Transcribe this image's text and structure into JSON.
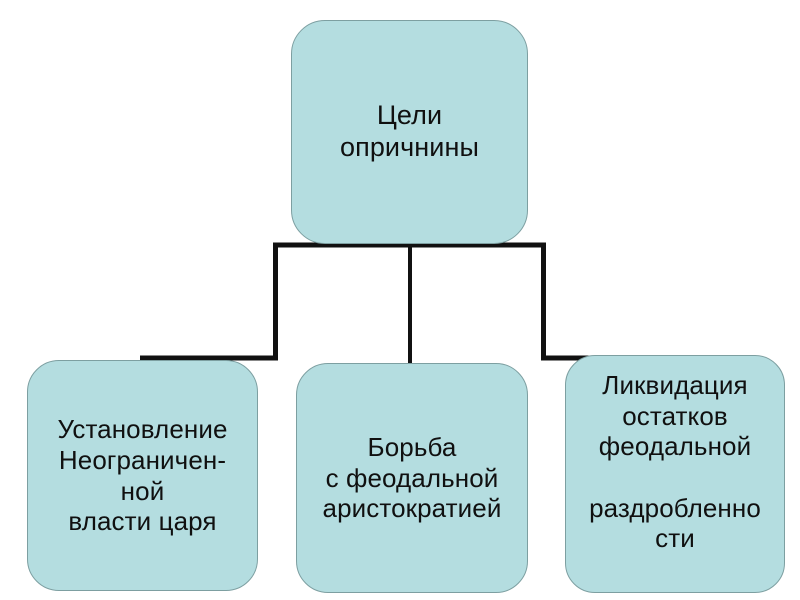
{
  "diagram": {
    "title": "Цели опричнины",
    "type": "org-tree",
    "background_color": "#ffffff",
    "node_fill_color": "#b4dde0",
    "node_border_color": "#7d9fa1",
    "connector_color": "#111111",
    "root": {
      "id": "root",
      "label": "Цели\nопричнины"
    },
    "children": [
      {
        "id": "child-1",
        "label": "Установление\nНеограничен-\nной\nвласти царя"
      },
      {
        "id": "child-2",
        "label": "Борьба\nс феодальной\nаристократией"
      },
      {
        "id": "child-3",
        "label": "Ликвидация\nостатков\nфеодальной\n\nраздробленно\nсти"
      }
    ]
  }
}
